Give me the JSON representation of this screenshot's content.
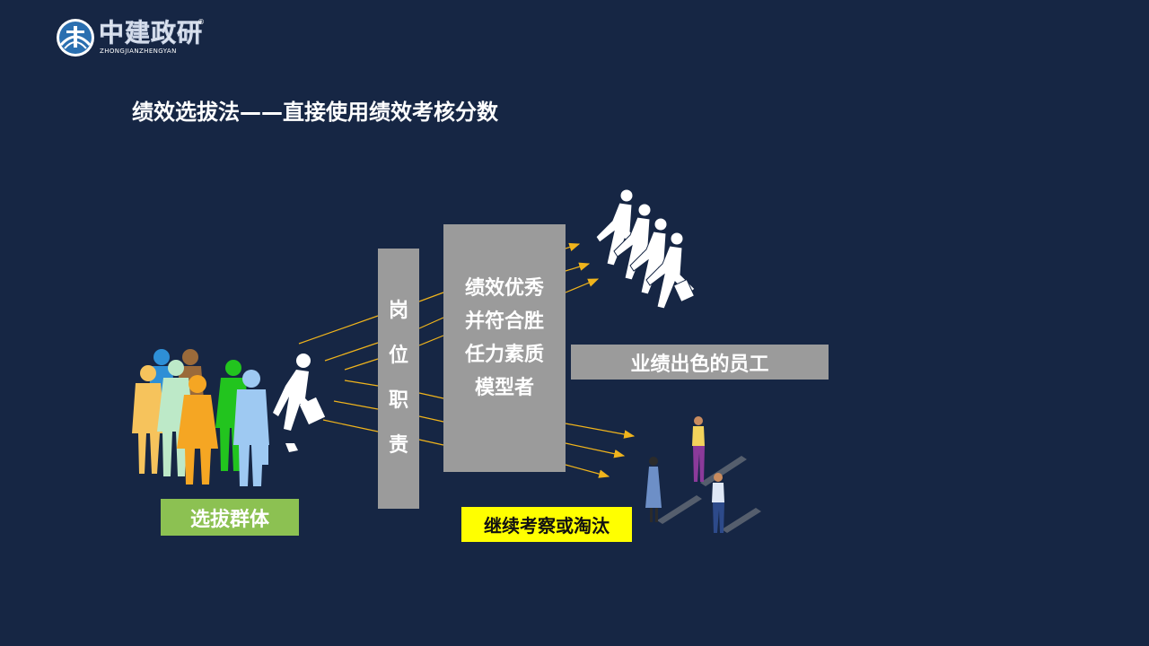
{
  "logo": {
    "name": "中建政研",
    "subtitle": "ZHONGJIANZHENGYAN",
    "registered": "®"
  },
  "title": "绩效选拔法——直接使用绩效考核分数",
  "diagram": {
    "candidate_group_label": "选拔群体",
    "duty_column": [
      "岗",
      "位",
      "职",
      "责"
    ],
    "model_box_lines": [
      "绩效优秀",
      "并符合胜",
      "任力素质",
      "模型者"
    ],
    "excellent_label": "业绩出色的员工",
    "observe_label": "继续考察或淘汰"
  },
  "colors": {
    "background": "#162644",
    "box_gray": "#9b9b9b",
    "group_label_green": "#8cc152",
    "observe_yellow": "#ffff00",
    "arrow_gold": "#f0b41c"
  },
  "icons": [
    "logo-emblem-icon",
    "people-crowd-icon",
    "runner-with-briefcase-icon",
    "runners-group-icon",
    "standing-people-icon",
    "arrow-icon"
  ]
}
